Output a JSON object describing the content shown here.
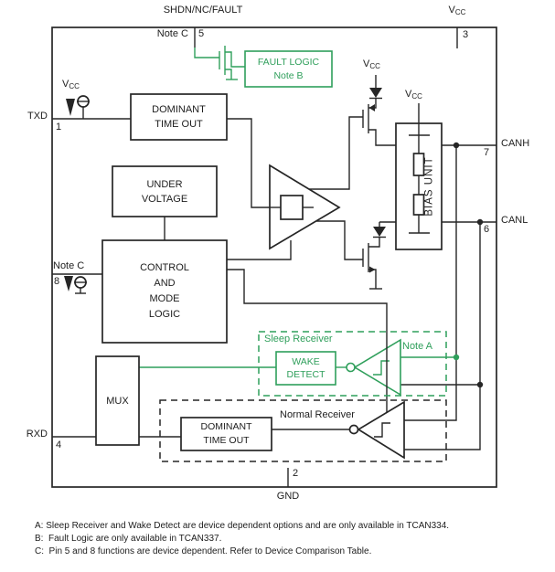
{
  "colors": {
    "green": "#2f9f5b",
    "line": "#262626"
  },
  "labels": {
    "shdn": "SHDN/NC/FAULT",
    "vcc_base": "V",
    "vcc_sub": "CC",
    "txd": "TXD",
    "rxd": "RXD",
    "canh": "CANH",
    "canl": "CANL",
    "gnd": "GND",
    "note_c": "Note C",
    "note_a": "Note A",
    "sleep_receiver": "Sleep Receiver",
    "normal_receiver": "Normal Receiver",
    "mux": "MUX",
    "bias_unit": "BIAS UNIT"
  },
  "pins": {
    "p1": "1",
    "p2": "2",
    "p3": "3",
    "p4": "4",
    "p5": "5",
    "p6": "6",
    "p7": "7",
    "p8": "8"
  },
  "boxes": {
    "fault_logic": {
      "line1": "FAULT LOGIC",
      "line2": "Note B"
    },
    "dominant_timeout": {
      "line1": "DOMINANT",
      "line2": "TIME OUT"
    },
    "under_voltage": {
      "line1": "UNDER",
      "line2": "VOLTAGE"
    },
    "control": {
      "line1": "CONTROL",
      "line2": "AND",
      "line3": "MODE",
      "line4": "LOGIC"
    },
    "wake_detect": {
      "line1": "WAKE",
      "line2": "DETECT"
    }
  },
  "notes": {
    "a": "A: Sleep Receiver and Wake Detect are device dependent options and are only available in TCAN334.",
    "b": "B:  Fault Logic are only available in TCAN337.",
    "c": "C:  Pin 5 and 8 functions are device dependent. Refer to Device Comparison Table."
  }
}
